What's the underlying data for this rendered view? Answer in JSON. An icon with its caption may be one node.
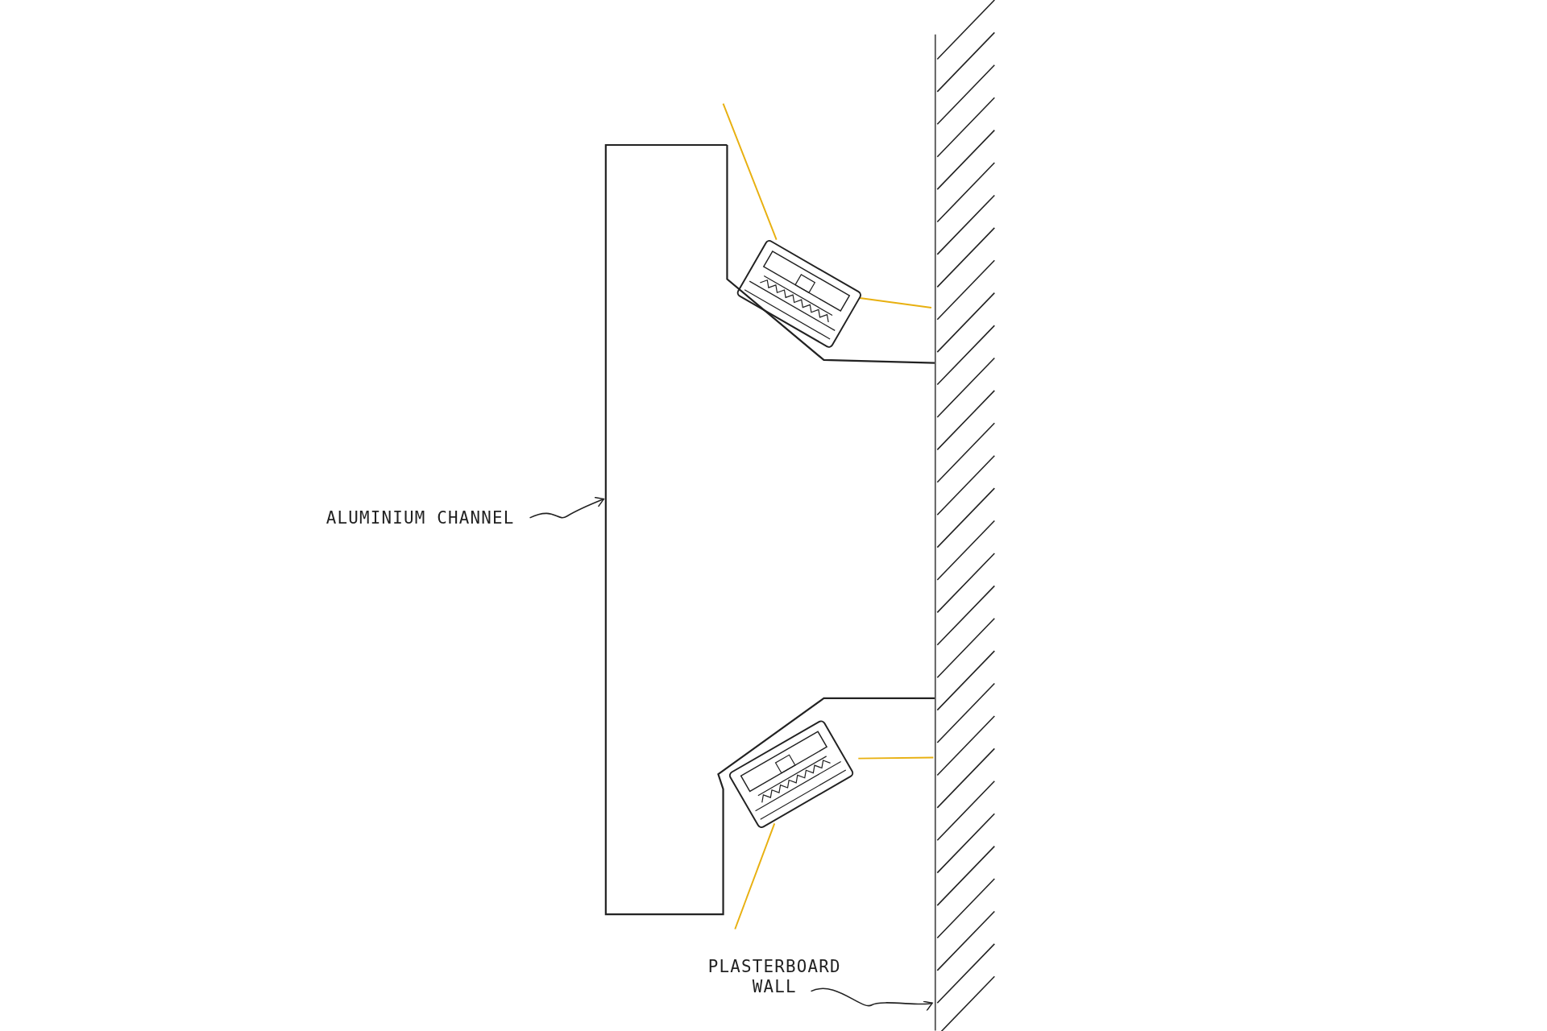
{
  "diagram": {
    "nodes": [
      {
        "text": [
          "ALUMINIUM CHANNEL"
        ]
      },
      {
        "text": [],
        "shape": "box"
      },
      {
        "text": [
          "PLASTERBOARD WALL"
        ]
      },
      {
        "text": [],
        "shape": "box"
      }
    ],
    "edges": [
      {
        "from": 0,
        "to": 1,
        "arrow": "to"
      },
      {
        "from": 2,
        "to": 3,
        "arrow": "to"
      }
    ]
  }
}
